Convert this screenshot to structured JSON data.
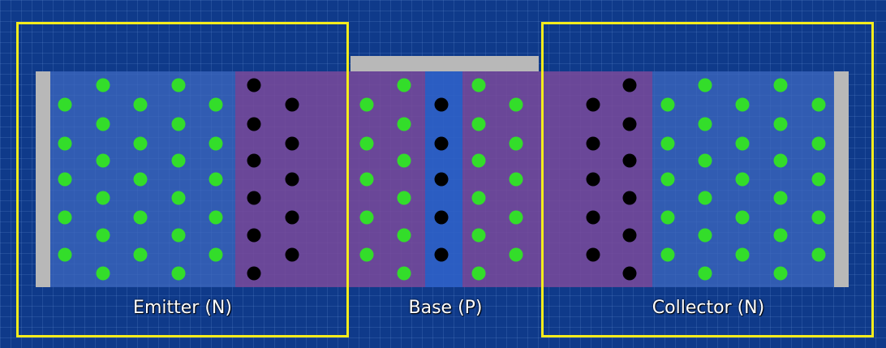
{
  "labels": {
    "emitter": "Emitter (N)",
    "base": "Base (P)",
    "collector": "Collector (N)"
  },
  "colors": {
    "background": "#0f3a8a",
    "n_region": "#3e68bf",
    "p_region": "#2f62c8",
    "depletion": "#7a4a9a",
    "electron": "#33dd2a",
    "hole": "#000000",
    "contact": "#b8b8b8",
    "frame": "#f4ec1c"
  }
}
